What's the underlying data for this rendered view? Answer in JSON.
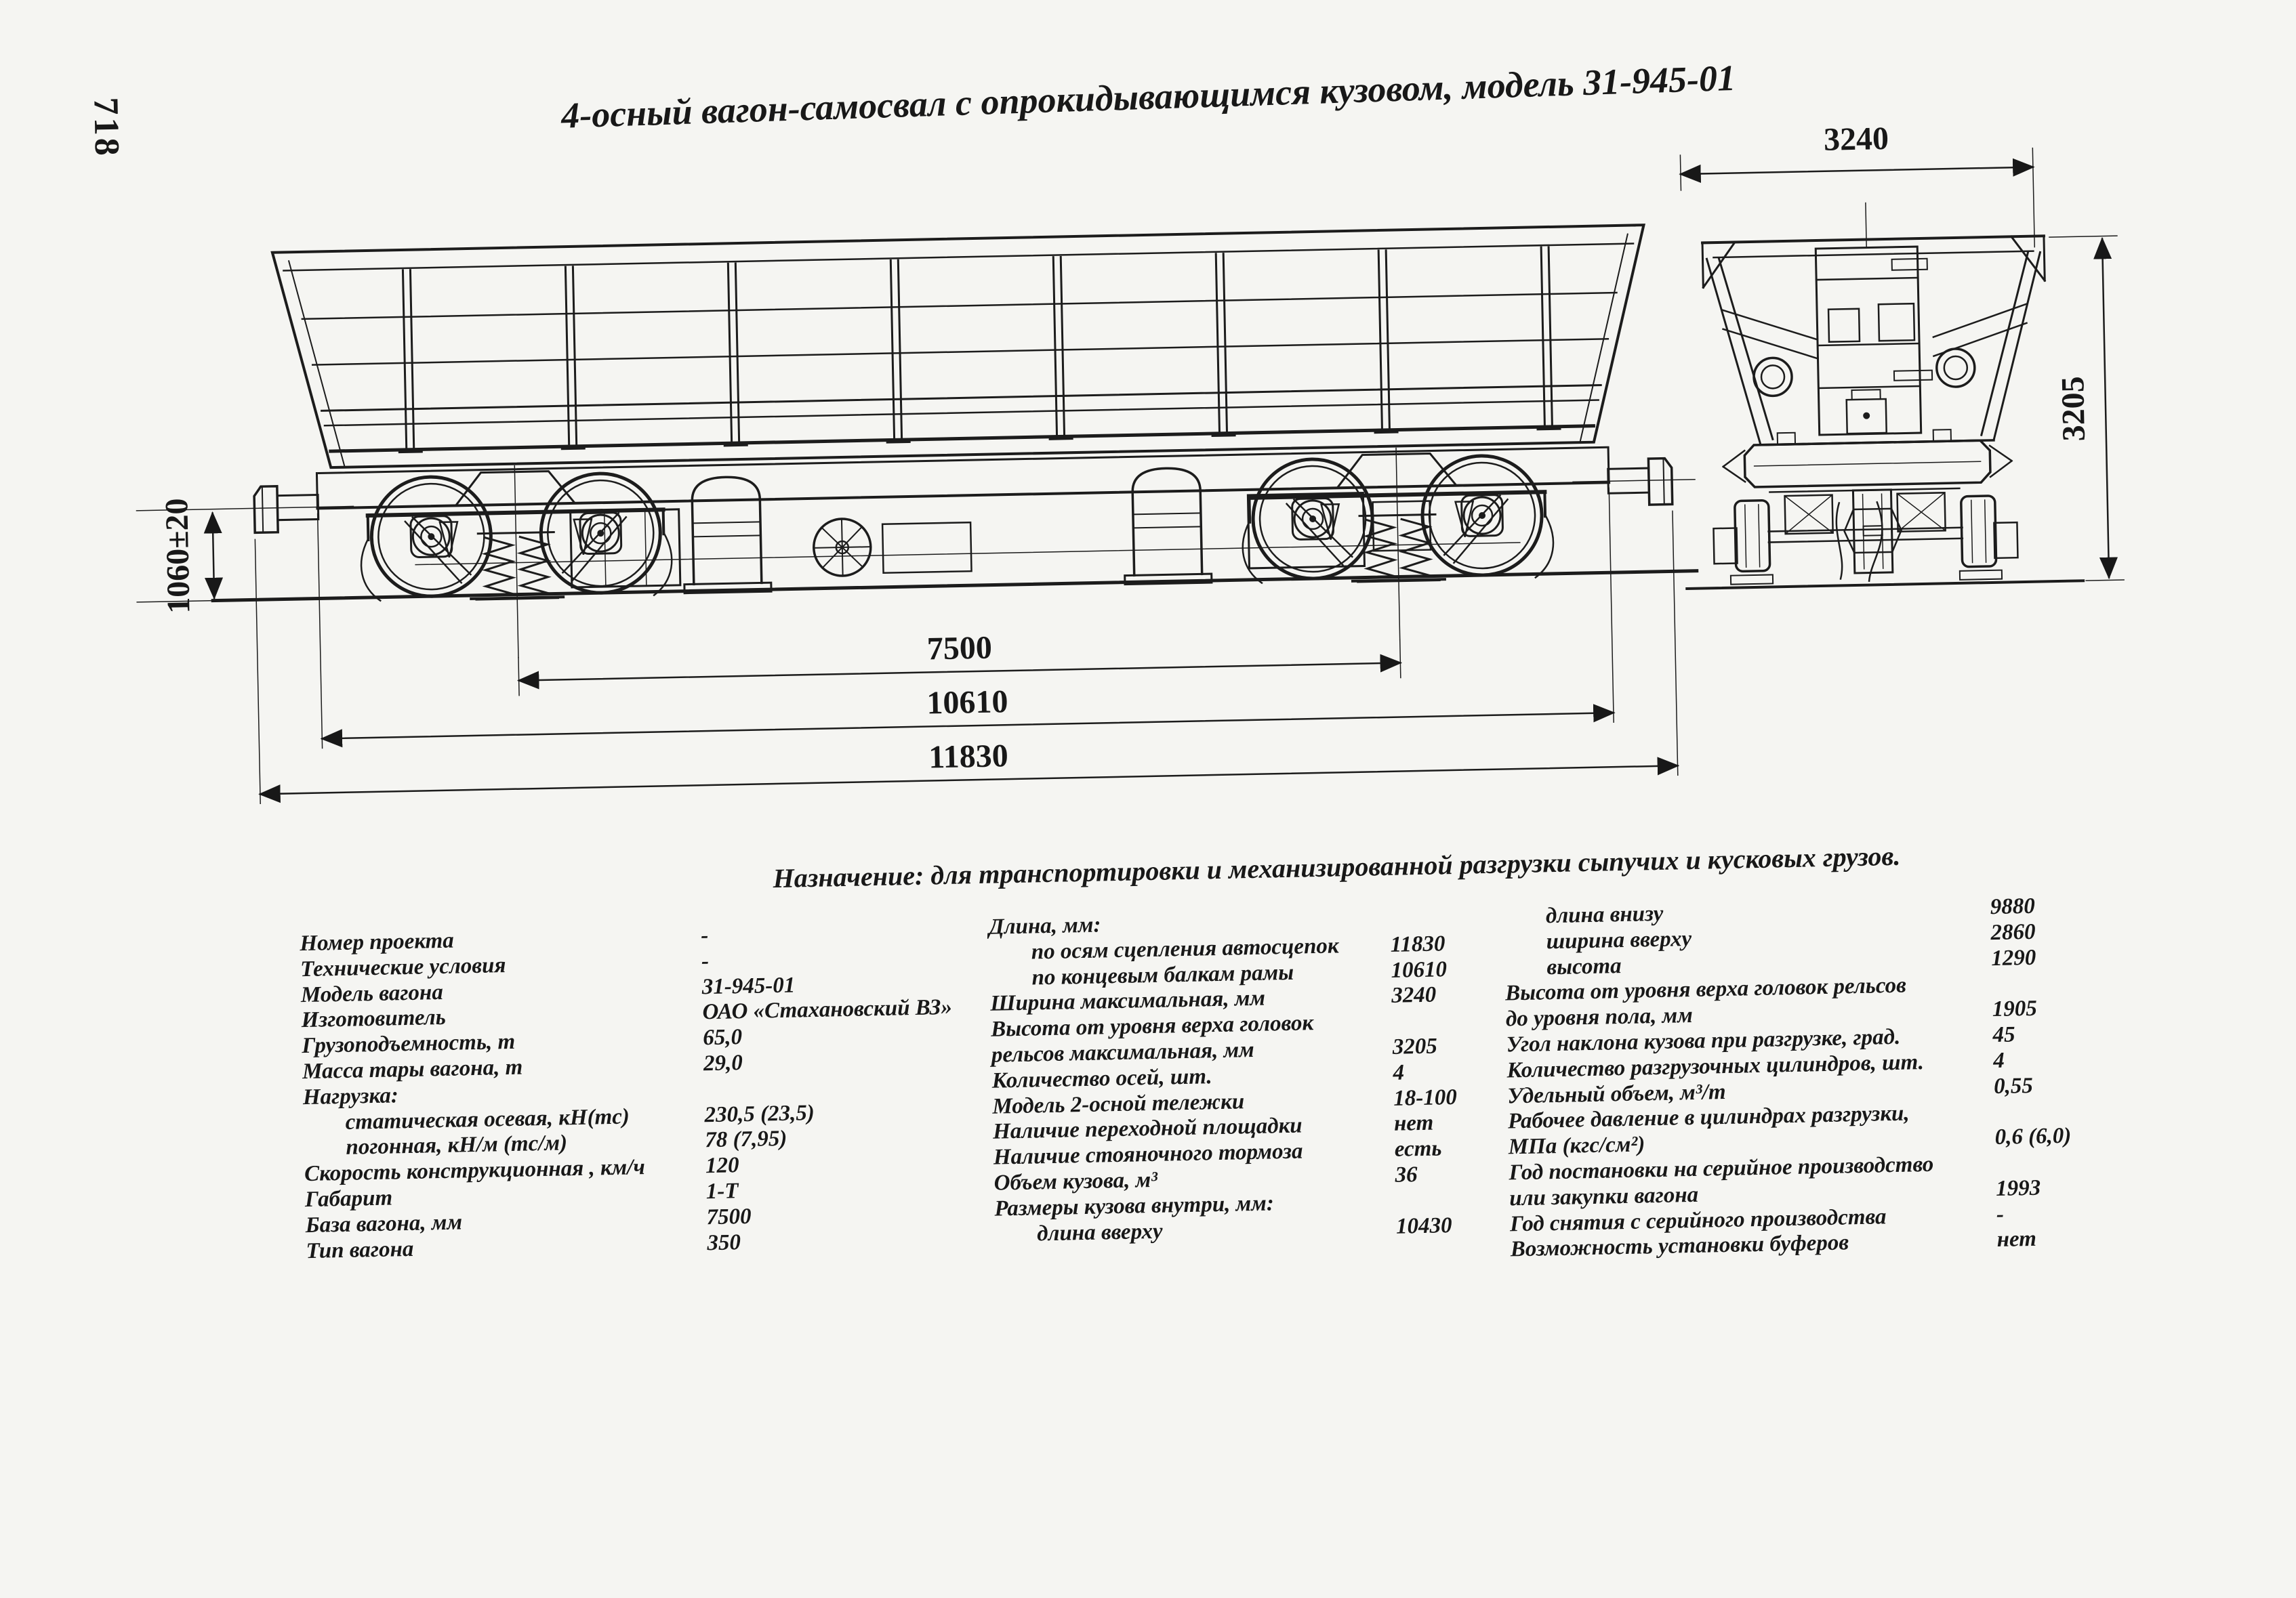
{
  "page": {
    "number": "718"
  },
  "title": "4-осный вагон-самосвал с опрокидывающимся кузовом, модель 31-945-01",
  "purpose": "Назначение: для транспортировки и механизированной разгрузки сыпучих и кусковых грузов.",
  "colors": {
    "paper": "#f5f5f2",
    "ink": "#181818"
  },
  "drawing": {
    "side_view": {
      "coupler_height_dim": "1060±20",
      "bogie_base_dim": "7500",
      "frame_length_dim": "10610",
      "coupler_length_dim": "11830"
    },
    "end_view": {
      "width_dim": "3240",
      "height_dim": "3205"
    }
  },
  "specs": {
    "col1": [
      {
        "label": "Номер проекта",
        "value": "-"
      },
      {
        "label": "Технические условия",
        "value": "-"
      },
      {
        "label": "Модель вагона",
        "value": "31-945-01"
      },
      {
        "label": "Изготовитель",
        "value": "ОАО «Стахановский ВЗ»"
      },
      {
        "label": "Грузоподъемность, т",
        "value": "65,0"
      },
      {
        "label": "Масса тары вагона, т",
        "value": "29,0"
      },
      {
        "label": "Нагрузка:",
        "value": ""
      },
      {
        "label": "статическая осевая, кН(тс)",
        "value": "230,5 (23,5)",
        "indent": true
      },
      {
        "label": "погонная, кН/м (тс/м)",
        "value": "78 (7,95)",
        "indent": true
      },
      {
        "label": "Скорость конструкционная , км/ч",
        "value": "120"
      },
      {
        "label": "Габарит",
        "value": "1-Т"
      },
      {
        "label": "База вагона, мм",
        "value": "7500"
      },
      {
        "label": "Тип вагона",
        "value": "350"
      }
    ],
    "col2": [
      {
        "label": "Длина, мм:",
        "value": ""
      },
      {
        "label": "по осям сцепления автосцепок",
        "value": "11830",
        "indent": true
      },
      {
        "label": "по концевым балкам рамы",
        "value": "10610",
        "indent": true
      },
      {
        "label": "Ширина максимальная, мм",
        "value": "3240"
      },
      {
        "label": "Высота от уровня верха головок",
        "value": ""
      },
      {
        "label": "рельсов максимальная, мм",
        "value": "3205"
      },
      {
        "label": "Количество осей, шт.",
        "value": "4"
      },
      {
        "label": "Модель 2-осной тележки",
        "value": "18-100"
      },
      {
        "label": "Наличие переходной площадки",
        "value": "нет"
      },
      {
        "label": "Наличие стояночного тормоза",
        "value": "есть"
      },
      {
        "label": "Объем кузова, м³",
        "value": "36"
      },
      {
        "label": "Размеры кузова внутри, мм:",
        "value": ""
      },
      {
        "label": "длина вверху",
        "value": "10430",
        "indent": true
      }
    ],
    "col3": [
      {
        "label": "длина внизу",
        "value": "9880",
        "indent": true
      },
      {
        "label": "ширина вверху",
        "value": "2860",
        "indent": true
      },
      {
        "label": "высота",
        "value": "1290",
        "indent": true
      },
      {
        "label": "Высота от уровня верха головок рельсов",
        "value": ""
      },
      {
        "label": "до уровня пола, мм",
        "value": "1905"
      },
      {
        "label": "Угол наклона кузова при разгрузке, град.",
        "value": "45"
      },
      {
        "label": "Количество разгрузочных цилиндров, шт.",
        "value": "4"
      },
      {
        "label": "Удельный объем, м³/т",
        "value": "0,55"
      },
      {
        "label": "Рабочее давление в цилиндрах разгрузки,",
        "value": ""
      },
      {
        "label": "МПа (кгс/см²)",
        "value": "0,6 (6,0)"
      },
      {
        "label": "Год постановки на серийное производство",
        "value": ""
      },
      {
        "label": "или закупки вагона",
        "value": "1993"
      },
      {
        "label": "Год снятия с серийного производства",
        "value": "-"
      },
      {
        "label": "Возможность установки буферов",
        "value": "нет"
      }
    ]
  }
}
